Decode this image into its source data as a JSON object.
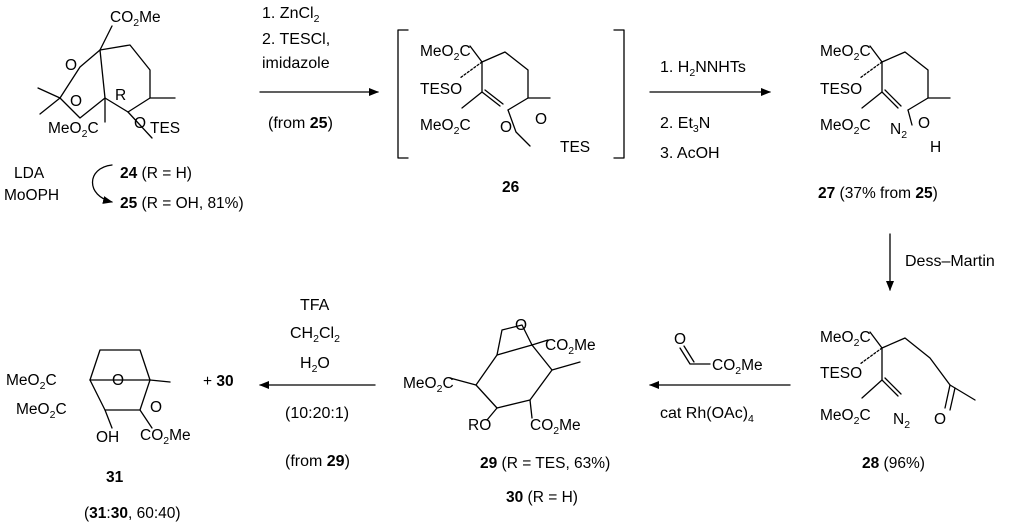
{
  "step1": {
    "reagents": [
      "1. ZnCl",
      "2. TESCl,",
      "imidazole"
    ],
    "sub_zn": "2",
    "source": {
      "pre": "(from ",
      "ref": "25",
      "post": ")"
    }
  },
  "step2": {
    "reagents_a": [
      "1. H",
      "NNHTs"
    ],
    "sub_h": "2",
    "reagents": [
      "2. Et",
      "3. AcOH"
    ],
    "sub_et": "3"
  },
  "step3": {
    "reagent": "Dess–Martin"
  },
  "step4": {
    "reagent_prefix": "cat Rh(OAc)",
    "sub": "4",
    "glyoxylate": {
      "o": "O",
      "ester": "CO",
      "sub": "2",
      "me": "Me"
    }
  },
  "step5": {
    "reagents": [
      "TFA",
      "CH",
      "Cl",
      "H",
      "O"
    ],
    "sub2": "2",
    "ratio": "(10:20:1)",
    "source": {
      "pre": "(from ",
      "ref": "29",
      "post": ")"
    }
  },
  "step6": {
    "reagents": [
      "LDA",
      "MoOPH"
    ]
  },
  "compounds": {
    "c24": {
      "num": "24",
      "desc": " (R = H)"
    },
    "c25": {
      "num": "25",
      "desc": " (R = OH, 81%)"
    },
    "c26": {
      "num": "26"
    },
    "c27": {
      "num": "27",
      "desc_pre": " (37% from ",
      "ref": "25",
      "desc_post": ")"
    },
    "c28": {
      "num": "28",
      "desc": " (96%)"
    },
    "c29": {
      "num": "29",
      "desc": " (R = TES, 63%)"
    },
    "c30": {
      "num": "30",
      "desc": " (R = H)"
    },
    "c31": {
      "num": "31"
    },
    "ratio31": {
      "pre": "(",
      "a": "31",
      "colon": ":",
      "b": "30",
      "post": ", 60:40)"
    },
    "plus30": {
      "plus": "+ ",
      "num": "30"
    }
  },
  "atoms": {
    "co2me": "CO",
    "meo2c": "MeO",
    "sub2": "2",
    "me": "Me",
    "c": "C",
    "o": "O",
    "r": "R",
    "tes": "TES",
    "teso": "TESO",
    "h": "H",
    "n": "N",
    "oh": "OH",
    "ro": "RO"
  }
}
